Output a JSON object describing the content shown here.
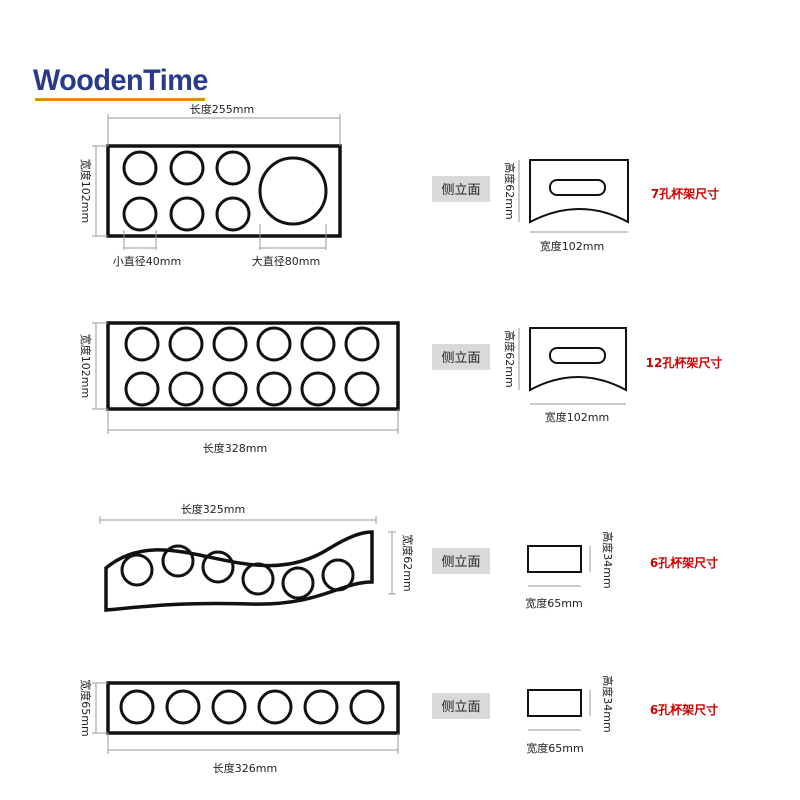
{
  "brand": {
    "logo_text": "WoodenTime",
    "accent": "#e08a1e",
    "brand_color": "#2a3a8c"
  },
  "side_view_label": "侧立面",
  "rack7": {
    "length": "长度255mm",
    "width": "宽度102mm",
    "small_diameter": "小直径40mm",
    "large_diameter": "大直径80mm",
    "side_height": "高度62mm",
    "side_width": "宽度102mm",
    "title": "7孔杯架尺寸"
  },
  "rack12": {
    "width": "宽度102mm",
    "length": "长度328mm",
    "side_height": "高度62mm",
    "side_width": "宽度102mm",
    "title": "12孔杯架尺寸"
  },
  "rack6_wave": {
    "length": "长度325mm",
    "width": "宽度62mm",
    "side_height": "高度34mm",
    "side_width": "宽度65mm",
    "title": "6孔杯架尺寸"
  },
  "rack6_flat": {
    "width": "宽度65mm",
    "length": "长度326mm",
    "side_height": "高度34mm",
    "side_width": "宽度65mm",
    "title": "6孔杯架尺寸"
  }
}
